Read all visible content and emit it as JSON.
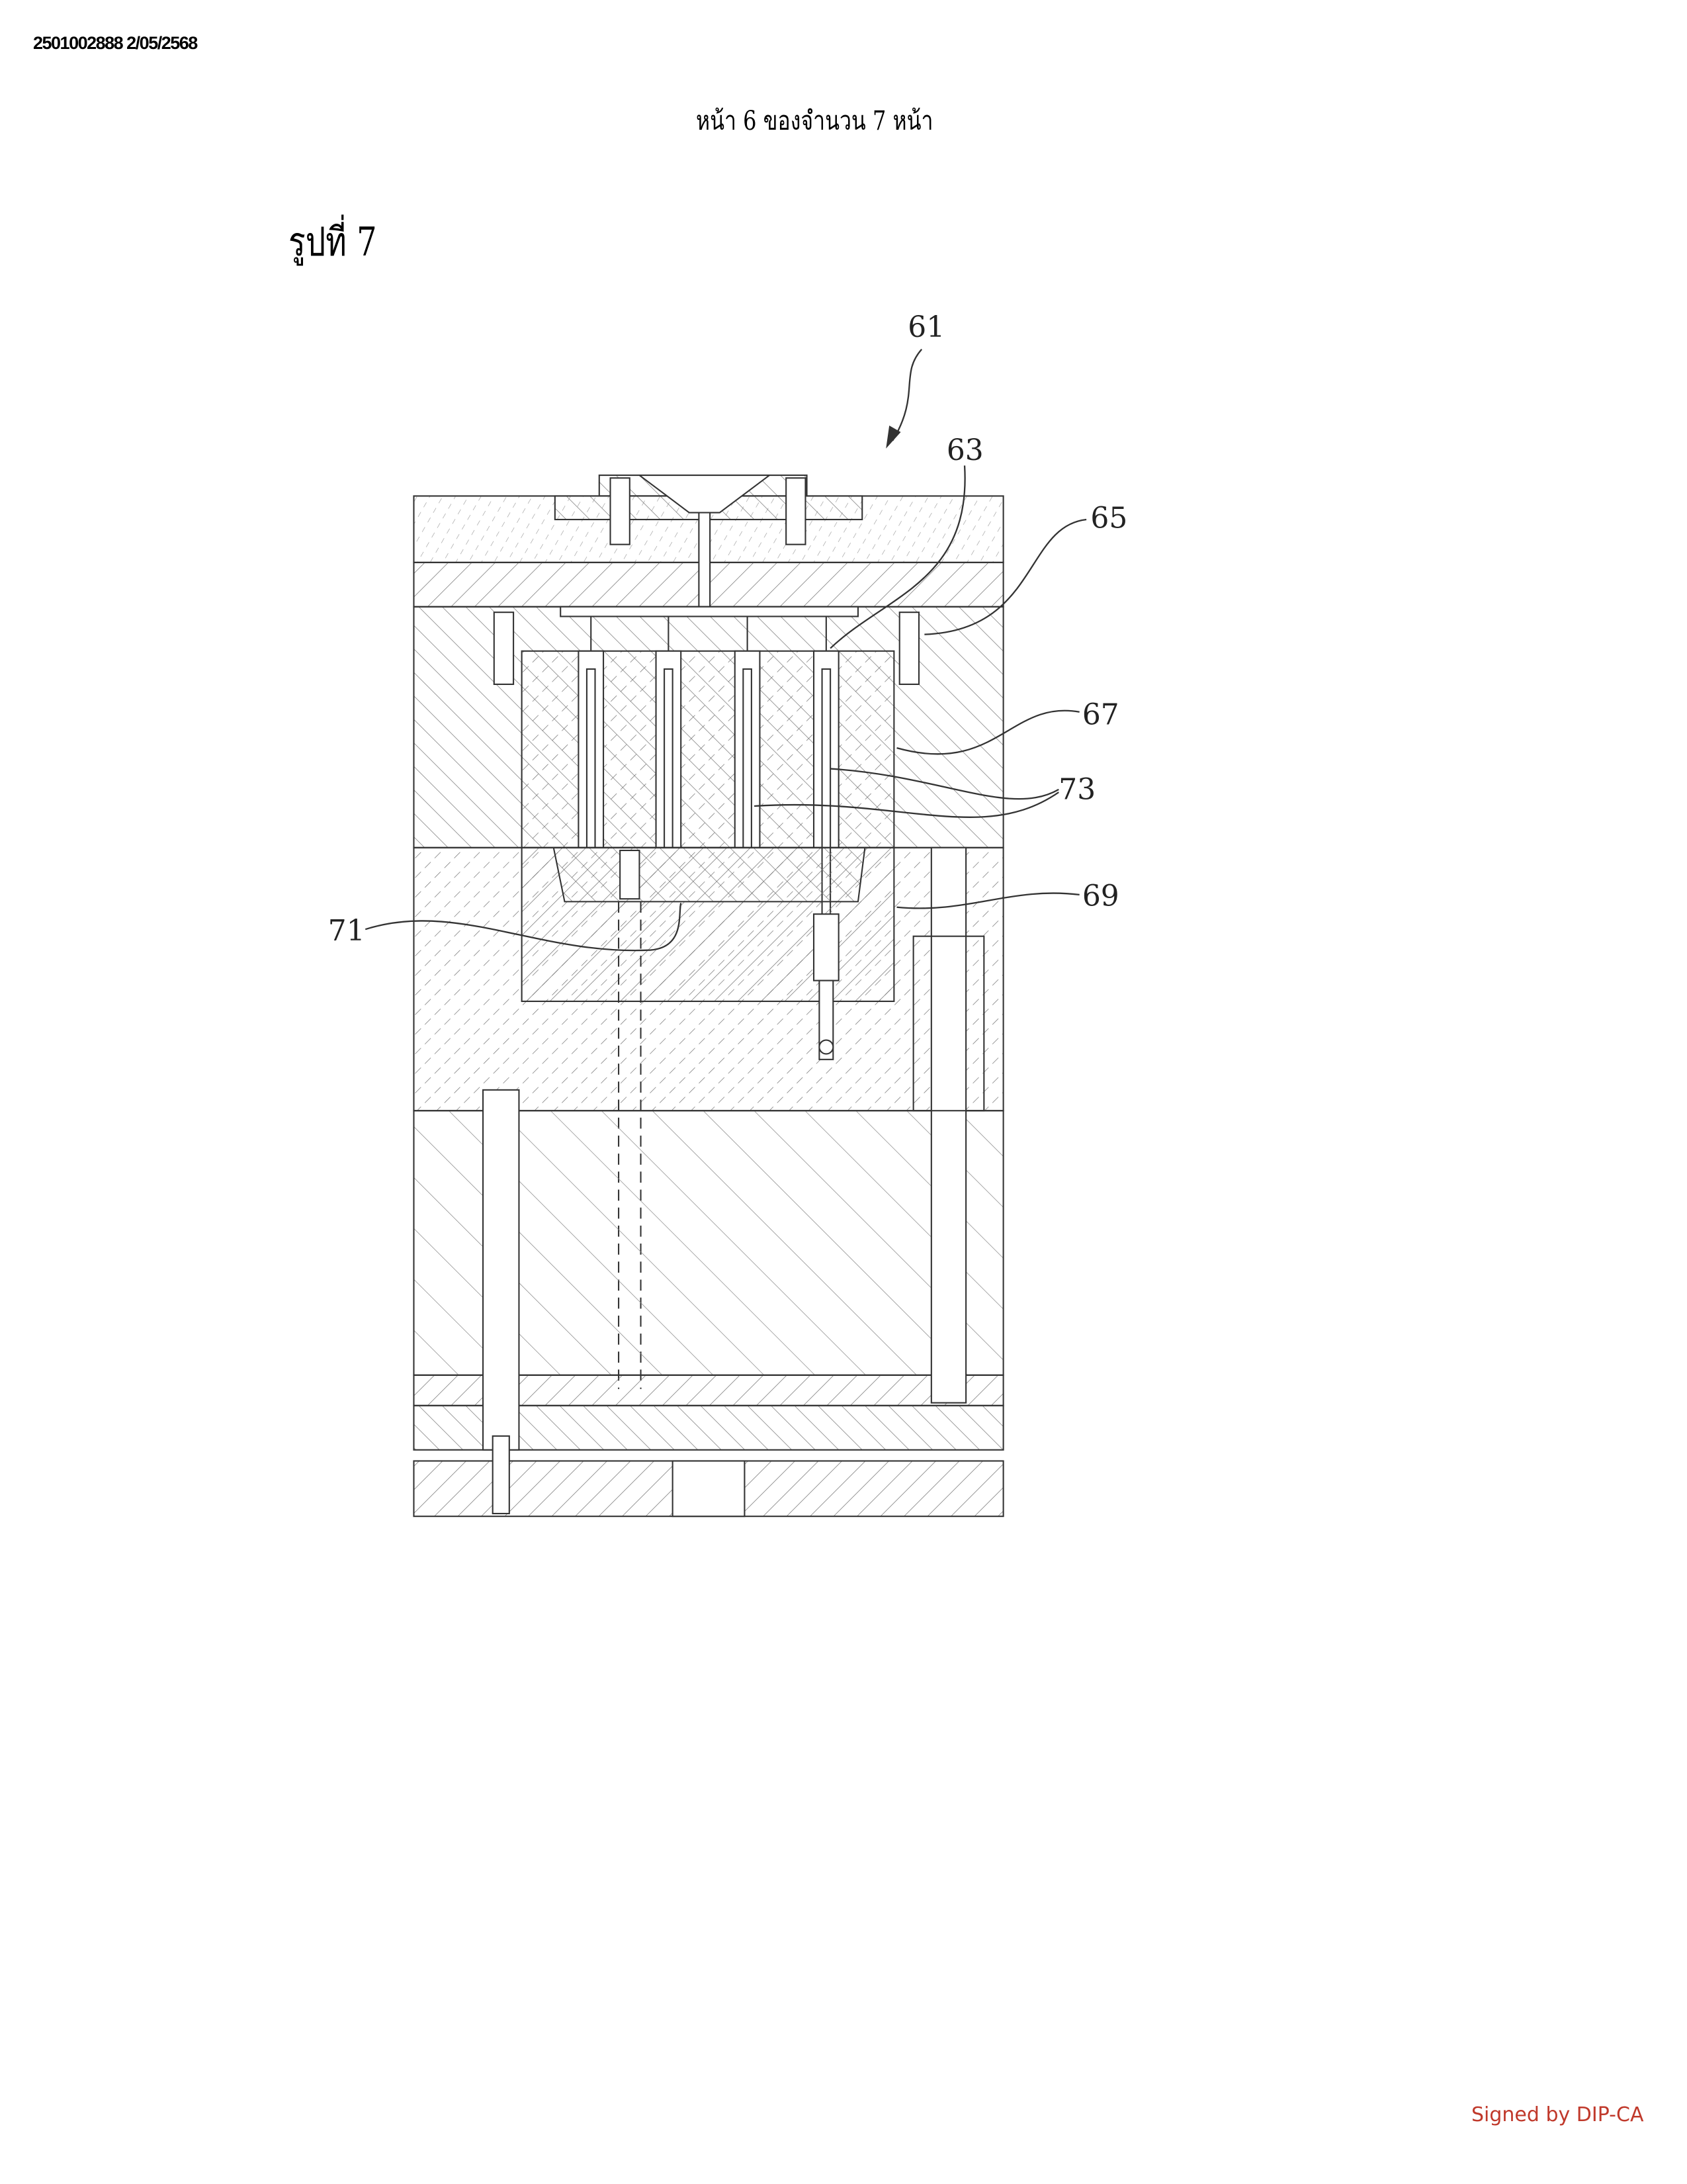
{
  "header": {
    "document_id": "2501002888 2/05/2568",
    "page_indicator": "หน้า 6 ของจำนวน 7 หน้า"
  },
  "figure": {
    "title": "รูปที่ 7",
    "reference_labels": {
      "r61": "61",
      "r63": "63",
      "r65": "65",
      "r67": "67",
      "r69": "69",
      "r71": "71",
      "r73": "73"
    }
  },
  "footer": {
    "signature": "Signed by DIP-CA",
    "signature_color": "#c0392b"
  }
}
